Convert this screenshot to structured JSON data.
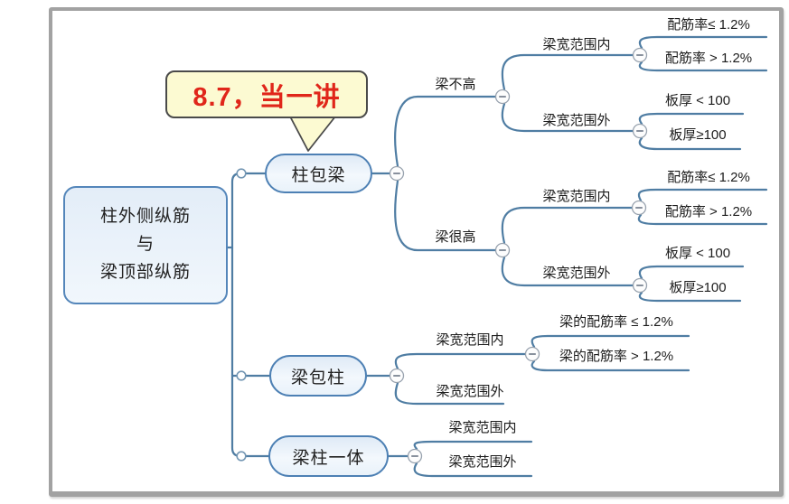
{
  "map": {
    "root": {
      "lines": [
        "柱外侧纵筋",
        "与",
        "梁顶部纵筋"
      ]
    },
    "callout": {
      "label": "8.7，当一讲"
    },
    "branches": [
      {
        "label": "柱包梁",
        "children": [
          {
            "label": "梁不高",
            "children": [
              {
                "label": "梁宽范围内",
                "children": [
                  {
                    "label": "配筋率≤ 1.2%"
                  },
                  {
                    "label": "配筋率 > 1.2%"
                  }
                ]
              },
              {
                "label": "梁宽范围外",
                "children": [
                  {
                    "label": "板厚 < 100"
                  },
                  {
                    "label": "板厚≥100"
                  }
                ]
              }
            ]
          },
          {
            "label": "梁很高",
            "children": [
              {
                "label": "梁宽范围内",
                "children": [
                  {
                    "label": "配筋率≤ 1.2%"
                  },
                  {
                    "label": "配筋率 > 1.2%"
                  }
                ]
              },
              {
                "label": "梁宽范围外",
                "children": [
                  {
                    "label": "板厚 < 100"
                  },
                  {
                    "label": "板厚≥100"
                  }
                ]
              }
            ]
          }
        ]
      },
      {
        "label": "梁包柱",
        "children": [
          {
            "label": "梁宽范围内",
            "children": [
              {
                "label": "梁的配筋率 ≤ 1.2%"
              },
              {
                "label": "梁的配筋率 > 1.2%"
              }
            ]
          },
          {
            "label": "梁宽范围外",
            "children": []
          }
        ]
      },
      {
        "label": "梁柱一体",
        "children": [
          {
            "label": "梁宽范围内",
            "children": []
          },
          {
            "label": "梁宽范围外",
            "children": []
          }
        ]
      }
    ],
    "colors": {
      "branch_line": "#4f7da3",
      "node_border": "#4d80b4",
      "node_fill": "#e9f2fa",
      "callout_fill": "#fcfad2",
      "callout_text": "#e0261a",
      "frame_gray": "#a2a2a2"
    }
  }
}
